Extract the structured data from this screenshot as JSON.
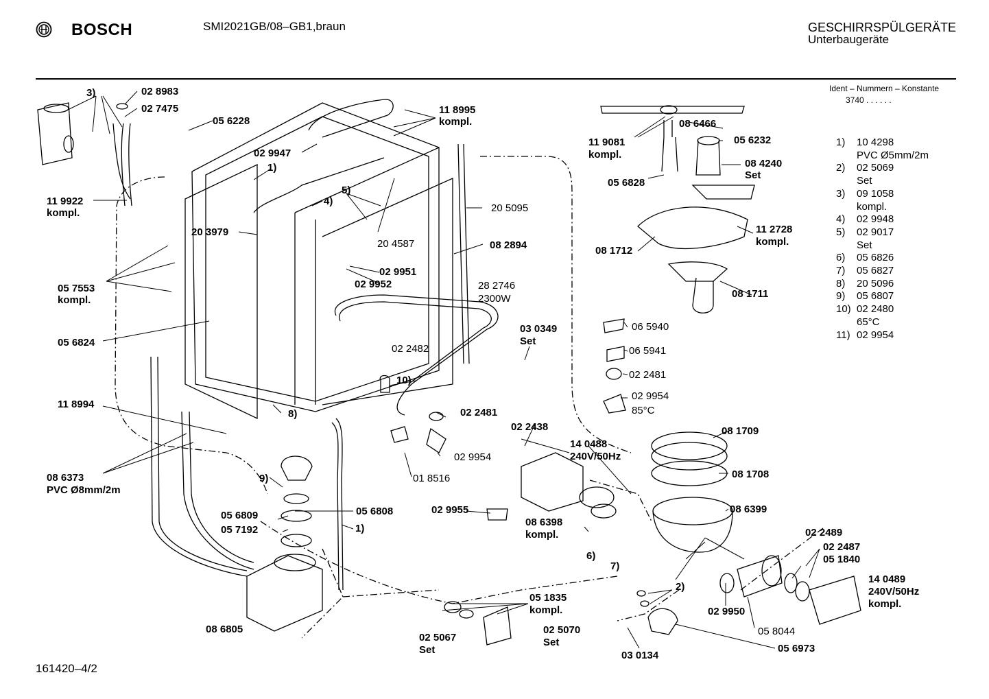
{
  "header": {
    "brand": "BOSCH",
    "model": "SMI2021GB/08–GB1,braun",
    "category": "GESCHIRRSPÜLGERÄTE",
    "subcategory": "Unterbaugeräte"
  },
  "ident": {
    "title": "Ident – Nummern – Konstante",
    "value": "3740 . . . . . ."
  },
  "notes": [
    {
      "n": "1)",
      "lines": [
        "10 4298",
        "PVC Ø5mm/2m"
      ]
    },
    {
      "n": "2)",
      "lines": [
        "02 5069",
        "Set"
      ]
    },
    {
      "n": "3)",
      "lines": [
        "09 1058",
        "kompl."
      ]
    },
    {
      "n": "4)",
      "lines": [
        "02 9948"
      ]
    },
    {
      "n": "5)",
      "lines": [
        "02 9017",
        "Set"
      ]
    },
    {
      "n": "6)",
      "lines": [
        "05 6826"
      ]
    },
    {
      "n": "7)",
      "lines": [
        "05 6827"
      ]
    },
    {
      "n": "8)",
      "lines": [
        "20 5096"
      ]
    },
    {
      "n": "9)",
      "lines": [
        "05 6807"
      ]
    },
    {
      "n": "10)",
      "lines": [
        "02 2480",
        "65°C"
      ]
    },
    {
      "n": "11)",
      "lines": [
        "02 9954"
      ]
    }
  ],
  "labels": {
    "l028983": "02 8983",
    "l027475": "02 7475",
    "l056228": "05 6228",
    "l3": "3)",
    "l119922a": "11 9922",
    "l119922b": "kompl.",
    "l029947": "02 9947",
    "l118995a": "11 8995",
    "l118995b": "kompl.",
    "l1top": "1)",
    "l4": "4)",
    "l5": "5)",
    "l203979": "20 3979",
    "l204587": "20 4587",
    "l205095": "20 5095",
    "l082894": "08 2894",
    "l029951": "02 9951",
    "l029952": "02 9952",
    "l057553a": "05 7553",
    "l057553b": "kompl.",
    "l056824": "05 6824",
    "l282746a": "28 2746",
    "l282746b": "2300W",
    "l022482": "02 2482",
    "l10": "10)",
    "l8": "8)",
    "l118994": "11 8994",
    "l022481a": "02 2481",
    "l029954a": "02 9954",
    "l018516": "01 8516",
    "l086373a": "08 6373",
    "l086373b": "PVC Ø8mm/2m",
    "l9": "9)",
    "l056809": "05 6809",
    "l057192": "05 7192",
    "l056808": "05 6808",
    "l1bot": "1)",
    "l086805": "08 6805",
    "l030349a": "03 0349",
    "l030349b": "Set",
    "l022438": "02 2438",
    "l029955": "02 9955",
    "l051835a": "05 1835",
    "l051835b": "kompl.",
    "l025067a": "02 5067",
    "l025067b": "Set",
    "l025070a": "02 5070",
    "l025070b": "Set",
    "l119081a": "11 9081",
    "l119081b": "kompl.",
    "l086466": "08 6466",
    "l056232": "05 6232",
    "l084240a": "08 4240",
    "l084240b": "Set",
    "l056828": "05 6828",
    "l112728a": "11 2728",
    "l112728b": "kompl.",
    "l081712": "08 1712",
    "l081711": "08 1711",
    "l065940": "06 5940",
    "l065941": "06 5941",
    "l022481b": "02 2481",
    "l029954b": "02 9954",
    "l029954c": "85°C",
    "l081709": "08 1709",
    "l081708": "08 1708",
    "l140488a": "14 0488",
    "l140488b": "240V/50Hz",
    "l086398a": "08 6398",
    "l086398b": "kompl.",
    "l086399": "08 6399",
    "l6": "6)",
    "l7": "7)",
    "l022489": "02 2489",
    "l022487": "02 2487",
    "l051840": "05 1840",
    "l2": "2)",
    "l140489a": "14 0489",
    "l140489b": "240V/50Hz",
    "l140489c": "kompl.",
    "l029950": "02 9950",
    "l058044": "05 8044",
    "l056973": "05 6973",
    "l030134": "03 0134"
  },
  "footer": {
    "doc_number": "161420–4/2"
  }
}
